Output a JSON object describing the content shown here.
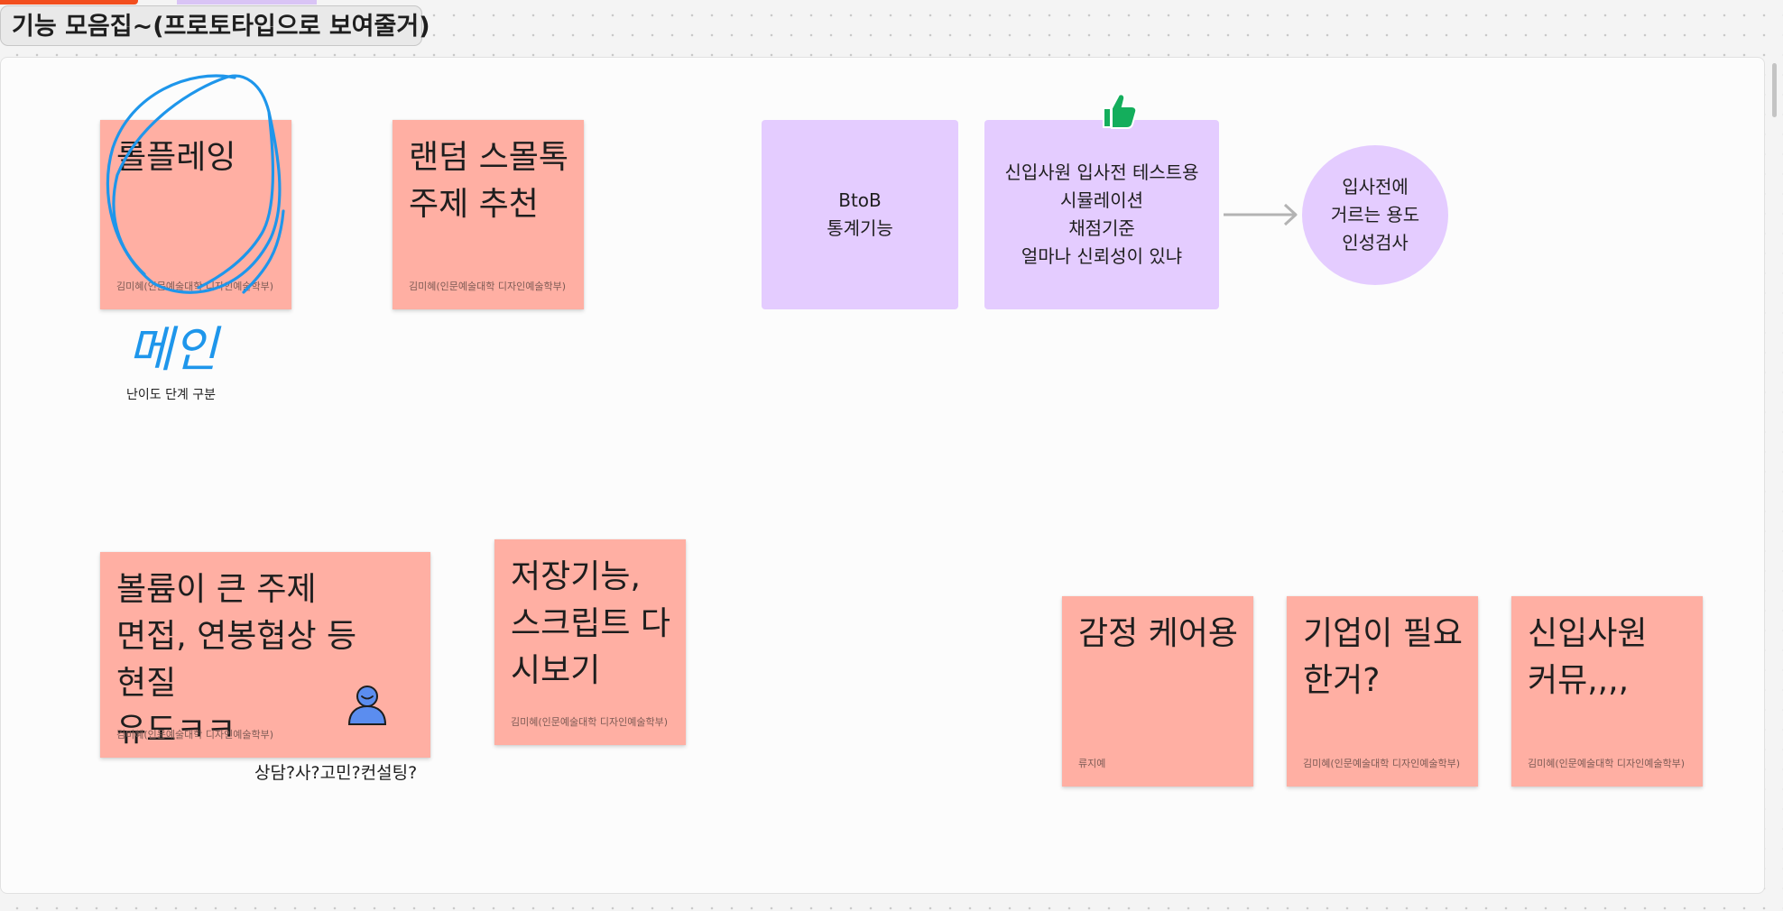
{
  "section": {
    "title": "기능 모음집~(프로토타입으로 보여줄거)"
  },
  "stickies": [
    {
      "text": "롤플레잉",
      "author": "김미혜(인문예술대학 디자인예술학부)"
    },
    {
      "text": "랜덤 스몰톡\n주제 추천",
      "author": "김미혜(인문예술대학 디자인예술학부)"
    },
    {
      "text": "볼륨이 큰 주제\n면접, 연봉협상 등 현질\n유도ㅋㅋ",
      "author": "김미혜(인문예술대학 디자인예술학부)"
    },
    {
      "text": "저장기능,\n스크립트 다\n시보기",
      "author": "김미혜(인문예술대학 디자인예술학부)"
    },
    {
      "text": "감정 케어용",
      "author": "류지예"
    },
    {
      "text": "기업이 필요\n한거?",
      "author": "김미혜(인문예술대학 디자인예술학부)"
    },
    {
      "text": "신입사원\n커뮤,,,,",
      "author": "김미혜(인문예술대학 디자인예술학부)"
    }
  ],
  "shapes": {
    "btob": "BtoB\n통계기능",
    "simulation": "신입사원 입사전 테스트용\n시뮬레이션\n채점기준\n얼마나 신뢰성이 있냐",
    "personality": "입사전에\n거르는 용도\n인성검사"
  },
  "annotations": {
    "main_handwriting": "메인",
    "difficulty": "난이도 단계 구분",
    "consulting": "상담?사?고민?컨설팅?"
  },
  "colors": {
    "sticky_red": "#ffafa3",
    "shape_purple": "#e4ccff",
    "pen_blue": "#1e96eb",
    "thumbs_green": "#14ae5c",
    "avatar_blue": "#5b8def",
    "connector_gray": "#b3b3b3"
  },
  "icons": {
    "reaction": "thumbs-up-icon",
    "avatar": "person-icon"
  }
}
